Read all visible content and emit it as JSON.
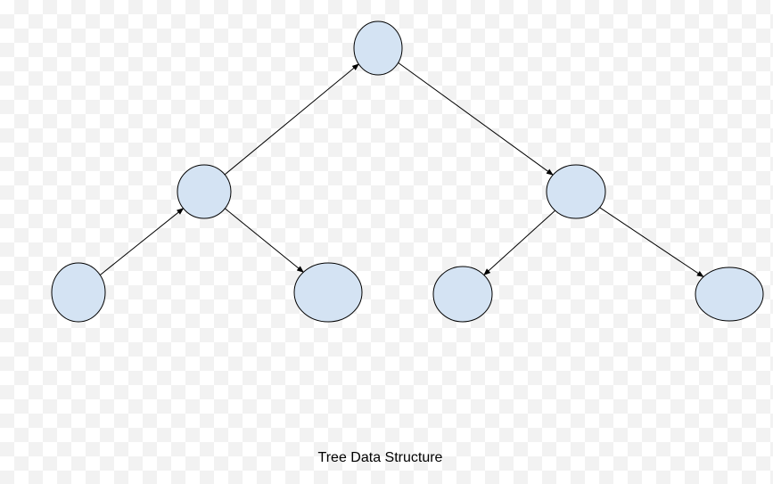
{
  "caption": "Tree Data Structure",
  "colors": {
    "node_fill": "#d4e3f3",
    "node_stroke": "#000000",
    "edge": "#000000"
  },
  "diagram": {
    "nodes": [
      {
        "id": "root"
      },
      {
        "id": "left-child"
      },
      {
        "id": "right-child"
      },
      {
        "id": "left-left-leaf"
      },
      {
        "id": "left-right-leaf"
      },
      {
        "id": "right-left-leaf"
      },
      {
        "id": "right-right-leaf"
      }
    ],
    "edges": [
      {
        "from": "left-child",
        "to": "root"
      },
      {
        "from": "root",
        "to": "right-child"
      },
      {
        "from": "left-left-leaf",
        "to": "left-child"
      },
      {
        "from": "left-child",
        "to": "left-right-leaf"
      },
      {
        "from": "right-child",
        "to": "right-left-leaf"
      },
      {
        "from": "right-child",
        "to": "right-right-leaf"
      }
    ]
  }
}
